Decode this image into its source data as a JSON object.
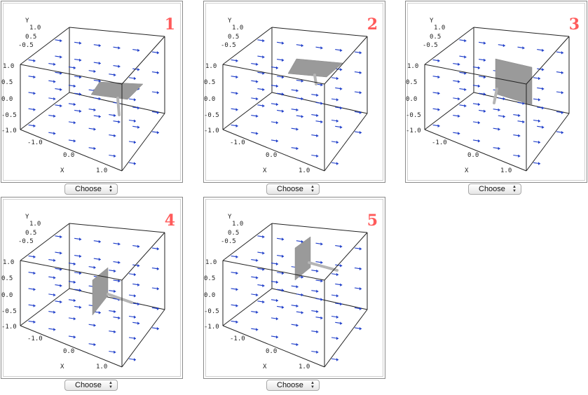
{
  "chooser_label": "Choose",
  "arrow_color": "#1f3ec9",
  "surface_color": "#9a9a9a",
  "number_color": "#ff5a5a",
  "axes": {
    "x_label": "X",
    "y_label": "Y",
    "x_ticks": [
      "-1.0",
      "0.0",
      "1.0"
    ],
    "y_ticks": [
      "1.0",
      "0.5",
      "-0.5"
    ],
    "z_ticks": [
      "1.0",
      "0.5",
      "0.0",
      "-0.5",
      "-1.0"
    ]
  },
  "plots": [
    {
      "number": "1",
      "surface": "horizontal-right"
    },
    {
      "number": "2",
      "surface": "horizontal-top"
    },
    {
      "number": "3",
      "surface": "vertical-right"
    },
    {
      "number": "4",
      "surface": "vertical-center"
    },
    {
      "number": "5",
      "surface": "vertical-top"
    }
  ]
}
